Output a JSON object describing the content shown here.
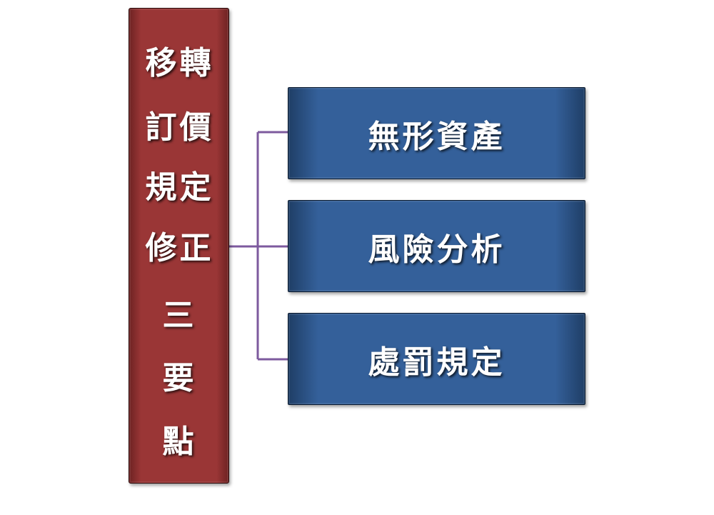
{
  "root": {
    "lines": [
      "移轉",
      "訂價",
      "規定",
      "修正",
      "三",
      "要",
      "點"
    ],
    "color": "#9a3636"
  },
  "children": [
    {
      "label": "無形資產"
    },
    {
      "label": "風險分析"
    },
    {
      "label": "處罰規定"
    }
  ],
  "connector_color": "#7d5a9e",
  "child_color": "#34609a"
}
